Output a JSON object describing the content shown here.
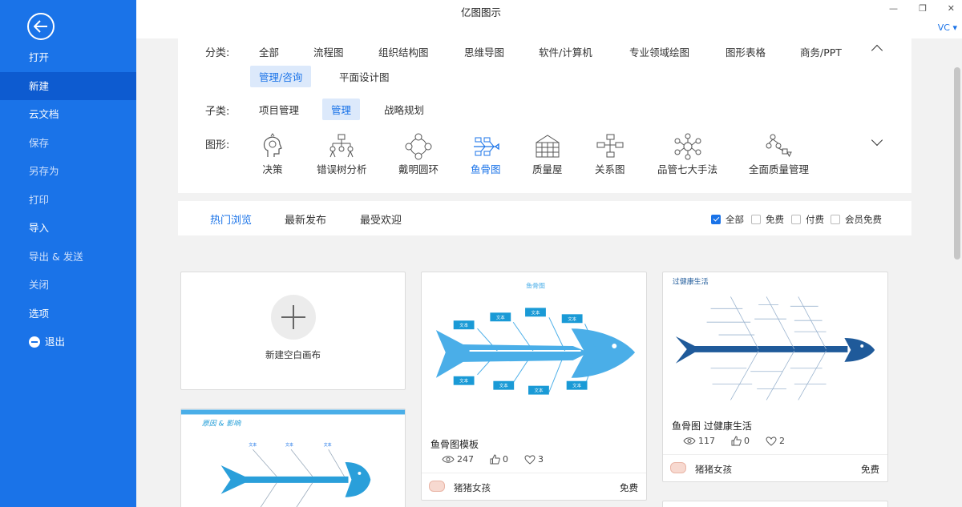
{
  "app": {
    "title": "亿图图示",
    "user": "VC"
  },
  "sidebar": {
    "items": [
      {
        "label": "打开"
      },
      {
        "label": "新建"
      },
      {
        "label": "云文档"
      },
      {
        "label": "保存"
      },
      {
        "label": "另存为"
      },
      {
        "label": "打印"
      },
      {
        "label": "导入"
      },
      {
        "label": "导出 & 发送"
      },
      {
        "label": "关闭"
      },
      {
        "label": "选项"
      },
      {
        "label": "退出"
      }
    ]
  },
  "filters": {
    "category_label": "分类:",
    "categories": [
      "全部",
      "流程图",
      "组织结构图",
      "思维导图",
      "软件/计算机",
      "专业领域绘图",
      "图形表格",
      "商务/PPT",
      "管理/咨询",
      "平面设计图"
    ],
    "subcategory_label": "子类:",
    "subcategories": [
      "项目管理",
      "管理",
      "战略规划"
    ],
    "shape_label": "图形:",
    "shapes": [
      "决策",
      "错误树分析",
      "戴明圆环",
      "鱼骨图",
      "质量屋",
      "关系图",
      "品管七大手法",
      "全面质量管理"
    ]
  },
  "tabs": {
    "items": [
      "热门浏览",
      "最新发布",
      "最受欢迎"
    ],
    "checks": [
      "全部",
      "免费",
      "付费",
      "会员免费"
    ]
  },
  "new_canvas": {
    "label": "新建空白画布"
  },
  "cards": [
    {
      "thumb_title": "鱼骨图",
      "title": "鱼骨图模板",
      "views": "247",
      "likes": "0",
      "favs": "3",
      "author": "猪猪女孩",
      "price": "免费",
      "box_label": "文本"
    },
    {
      "thumb_title": "过健康生活",
      "title": "鱼骨图 过健康生活",
      "views": "117",
      "likes": "0",
      "favs": "2",
      "author": "猪猪女孩",
      "price": "免费"
    },
    {
      "thumb_title": "原因 & 影响",
      "box_label": "文本"
    }
  ],
  "colors": {
    "accent": "#1a73e8",
    "fish_light": "#4aaee8",
    "fish_dark": "#1f5a9a"
  }
}
